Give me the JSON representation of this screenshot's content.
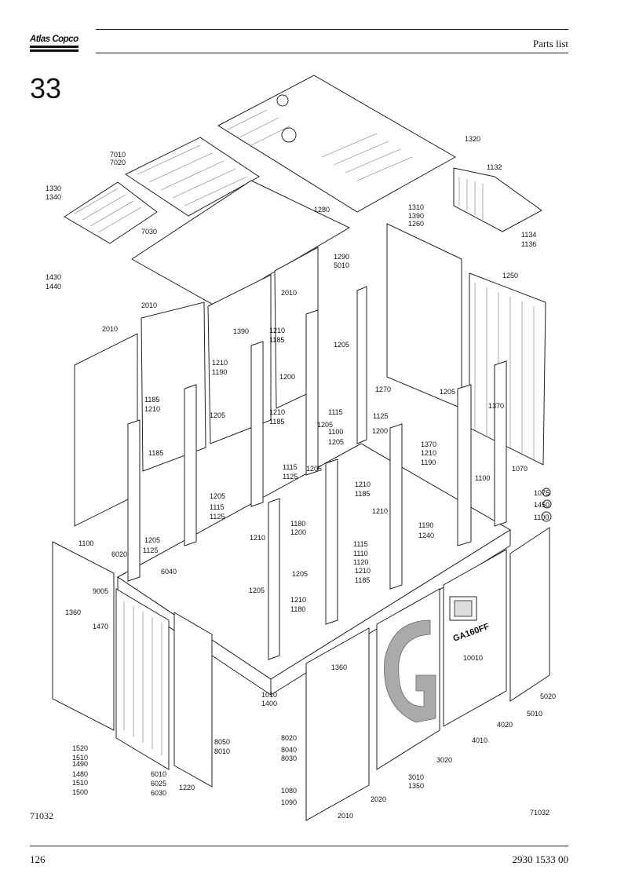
{
  "header": {
    "brand": "Atlas Copco",
    "title": "Parts list"
  },
  "section_number": "33",
  "figure_id": "71032",
  "footer": {
    "page": "126",
    "doc_number": "2930 1533 00"
  },
  "machine_label": "GA160FF",
  "part_labels": [
    "1320",
    "7010",
    "7020",
    "1132",
    "1330",
    "1340",
    "1280",
    "7030",
    "1310",
    "1390",
    "1260",
    "1134",
    "1136",
    "1290",
    "5010",
    "1430",
    "1440",
    "2010",
    "1250",
    "2010",
    "1390",
    "1210",
    "1185",
    "1205",
    "2010",
    "1210",
    "1190",
    "1200",
    "1270",
    "1210",
    "1185",
    "1205",
    "1115",
    "1205",
    "1100",
    "1125",
    "1200",
    "1205",
    "1370",
    "1185",
    "1210",
    "1185",
    "1205",
    "1370",
    "1210",
    "1190",
    "1205",
    "1115",
    "1125",
    "1210",
    "1185",
    "1205",
    "1115",
    "1125",
    "1100",
    "1070",
    "1075",
    "1450",
    "1100",
    "1205",
    "1210",
    "1180",
    "1200",
    "1210",
    "1190",
    "1240",
    "1100",
    "1125",
    "1115",
    "1110",
    "1120",
    "1210",
    "1185",
    "6020",
    "6040",
    "9005",
    "1360",
    "1470",
    "1205",
    "1205",
    "1210",
    "1180",
    "10010",
    "1360",
    "1010",
    "1400",
    "1520",
    "1510",
    "1490",
    "1480",
    "1510",
    "1500",
    "6010",
    "6025",
    "6030",
    "1220",
    "8020",
    "8050",
    "8040",
    "8010",
    "8030",
    "1080",
    "1090",
    "2020",
    "3010",
    "1350",
    "3020",
    "4010",
    "4020",
    "5020",
    "5010",
    "2010",
    "71032"
  ]
}
